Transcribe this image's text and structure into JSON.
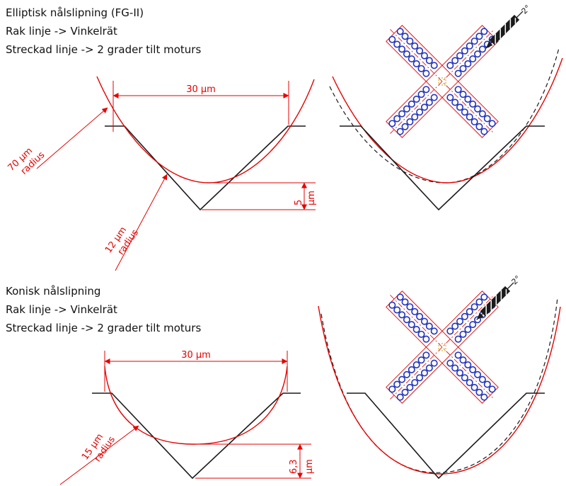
{
  "colors": {
    "dimension_red": "#e60000",
    "outline_black": "#1a1a1a",
    "coil_blue": "#2233bb",
    "center_yellow": "#c8a500"
  },
  "sections": {
    "elliptical": {
      "title": "Elliptisk nålslipning (FG-II)",
      "legend_line1": "Rak linje -> Vinkelrät",
      "legend_line2": "Streckad linje -> 2 grader tilt moturs",
      "dims": {
        "width": "30 µm",
        "major_radius_value": "70 µm",
        "major_radius_word": "radius",
        "tip_radius_value": "12 µm",
        "tip_radius_word": "radius",
        "depth_value": "5",
        "depth_unit": "µm",
        "tilt_angle": "2°"
      }
    },
    "conical": {
      "title": "Konisk nålslipning",
      "legend_line1": "Rak linje -> Vinkelrät",
      "legend_line2": "Streckad linje -> 2 grader tilt moturs",
      "dims": {
        "width": "30 µm",
        "tip_radius_value": "15 µm",
        "tip_radius_word": "radius",
        "depth_value": "6,3",
        "depth_unit": "µm",
        "tilt_angle": "2°"
      }
    }
  }
}
